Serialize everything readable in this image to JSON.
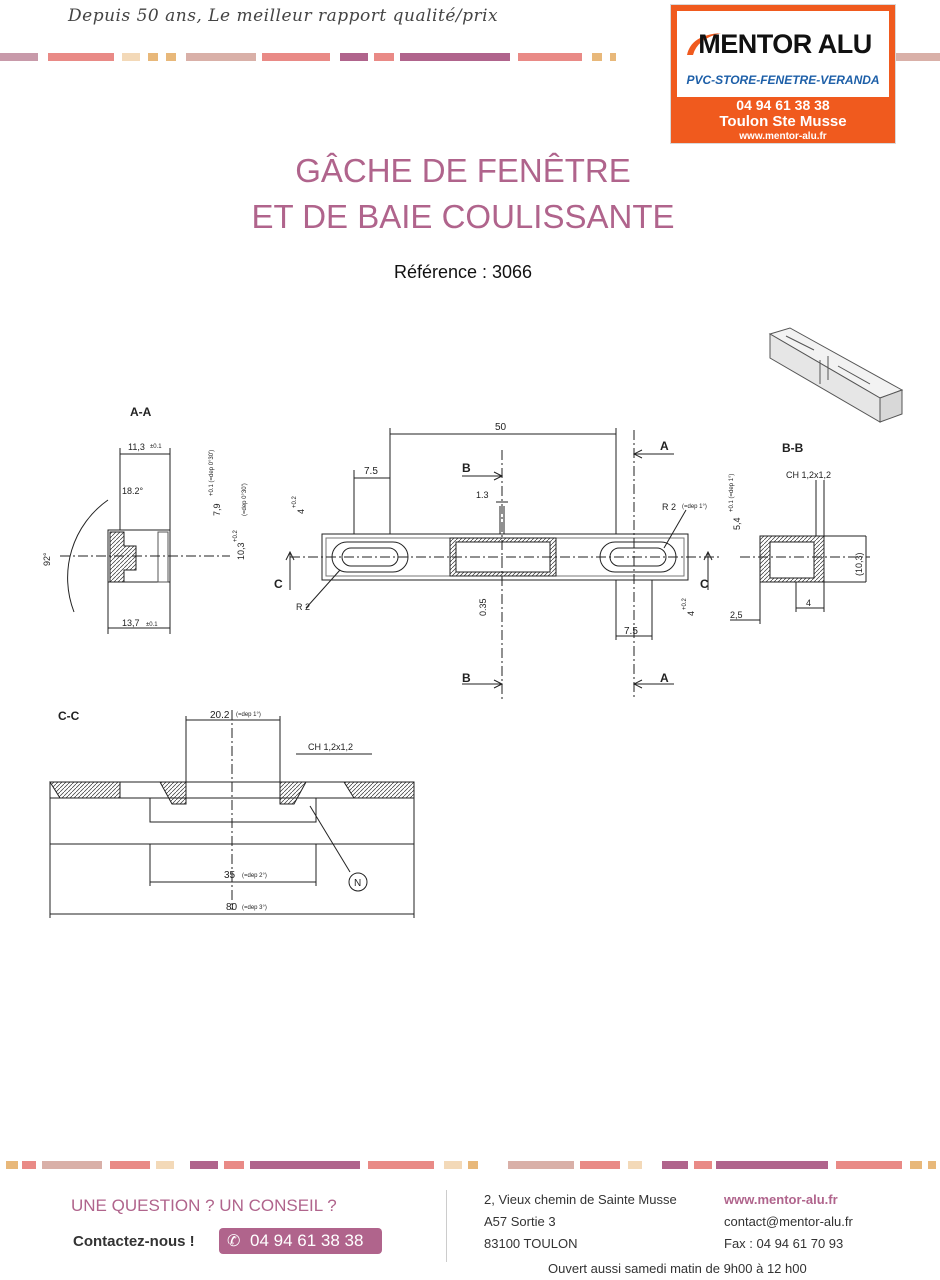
{
  "header": {
    "tagline": "Depuis 50 ans, Le meilleur rapport qualité/prix",
    "logo": {
      "brand": "MENTOR ALU",
      "subtitle": "PVC-STORE-FENETRE-VERANDA",
      "phone": "04 94 61 38 38",
      "city": "Toulon  Ste Musse",
      "website": "www.mentor-alu.fr"
    }
  },
  "colors": {
    "accent": "#b0648c",
    "logo_orange": "#f05a1e",
    "logo_blue": "#1d5fa8"
  },
  "product": {
    "title_line1": "GÂCHE DE FENÊTRE",
    "title_line2": "ET DE BAIE COULISSANTE",
    "reference": "Référence : 3066"
  },
  "drawing": {
    "section_aa": "A-A",
    "section_bb": "B-B",
    "section_cc": "C-C",
    "dims": {
      "w50": "50",
      "d75a": "7.5",
      "d75b": "7.5",
      "d13": "1.3",
      "d035": "0.35",
      "r2a": "R 2",
      "r2b": "R 2",
      "r2b_tol": "(=dep 1°)",
      "d113": "11,3",
      "d113_tol": "±0.1",
      "a182": "18.2°",
      "a92": "92°",
      "d79": "7,9",
      "d79_tol": "+0.1 (=dep 0°30')",
      "d103": "10,3",
      "d103_tol": "+0.2",
      "dep030": "(=dep 0°30')",
      "d137": "13,7",
      "d137_tol": "±0.1",
      "d4a": "4",
      "d4_tol": "+0.2",
      "d4b": "4",
      "d4c": "4",
      "d54": "5,4",
      "d54_tol": "+0.1 (=dep 1°)",
      "ch_bb": "CH  1,2x1,2",
      "d103p": "(10,3)",
      "d25": "2,5",
      "d202": "20.2",
      "d202_tol": "(=dep 1°)",
      "ch_cc": "CH  1,2x1,2",
      "d35": "35",
      "d35_tol": "(=dep 2°)",
      "d80": "80",
      "d80_tol": "(=dep 3°)",
      "n_label": "N",
      "a_top": "A",
      "a_bottom": "A",
      "b_top": "B",
      "b_bottom": "B",
      "c_left": "C",
      "c_right": "C"
    }
  },
  "footer": {
    "question": "UNE QUESTION ? UN CONSEIL ?",
    "contact_label": "Contactez-nous !",
    "phone_icon": "phone-icon",
    "phone": "04 94 61 38 38",
    "address_line1": "2, Vieux chemin de Sainte Musse",
    "address_line2": "A57 Sortie 3",
    "address_line3": "83100 TOULON",
    "website": "www.mentor-alu.fr",
    "email": "contact@mentor-alu.fr",
    "fax": "Fax : 04 94 61 70 93",
    "hours": "Ouvert aussi samedi matin de 9h00 à 12 h00"
  }
}
